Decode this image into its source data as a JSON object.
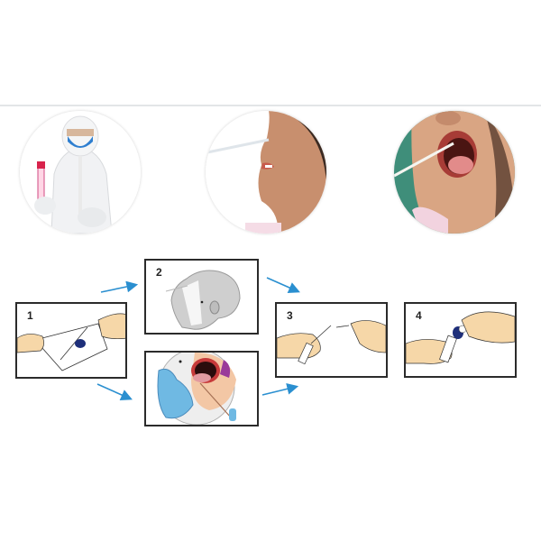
{
  "photos": [
    {
      "id": "health-worker",
      "description": "Health worker in white protective suit and blue mask holding red-capped sample tube and swab"
    },
    {
      "id": "nasal-swab",
      "description": "Child receiving nasal swab"
    },
    {
      "id": "throat-swab",
      "description": "Child with open mouth receiving throat swab"
    }
  ],
  "steps": [
    {
      "number": "1",
      "description": "Tear open swab package"
    },
    {
      "number": "2",
      "description": "Nasopharyngeal swab sampling"
    },
    {
      "number": "",
      "description": "Oropharyngeal (throat) swab sampling"
    },
    {
      "number": "3",
      "description": "Break swab shaft into tube"
    },
    {
      "number": "4",
      "description": "Cap the sample tube"
    }
  ],
  "colors": {
    "arrow": "#2a8fd0",
    "skin": "#f6d7a8",
    "glove": "#6fb9e3",
    "cap": "#1e2f7a",
    "border": "#2b2b2b"
  }
}
